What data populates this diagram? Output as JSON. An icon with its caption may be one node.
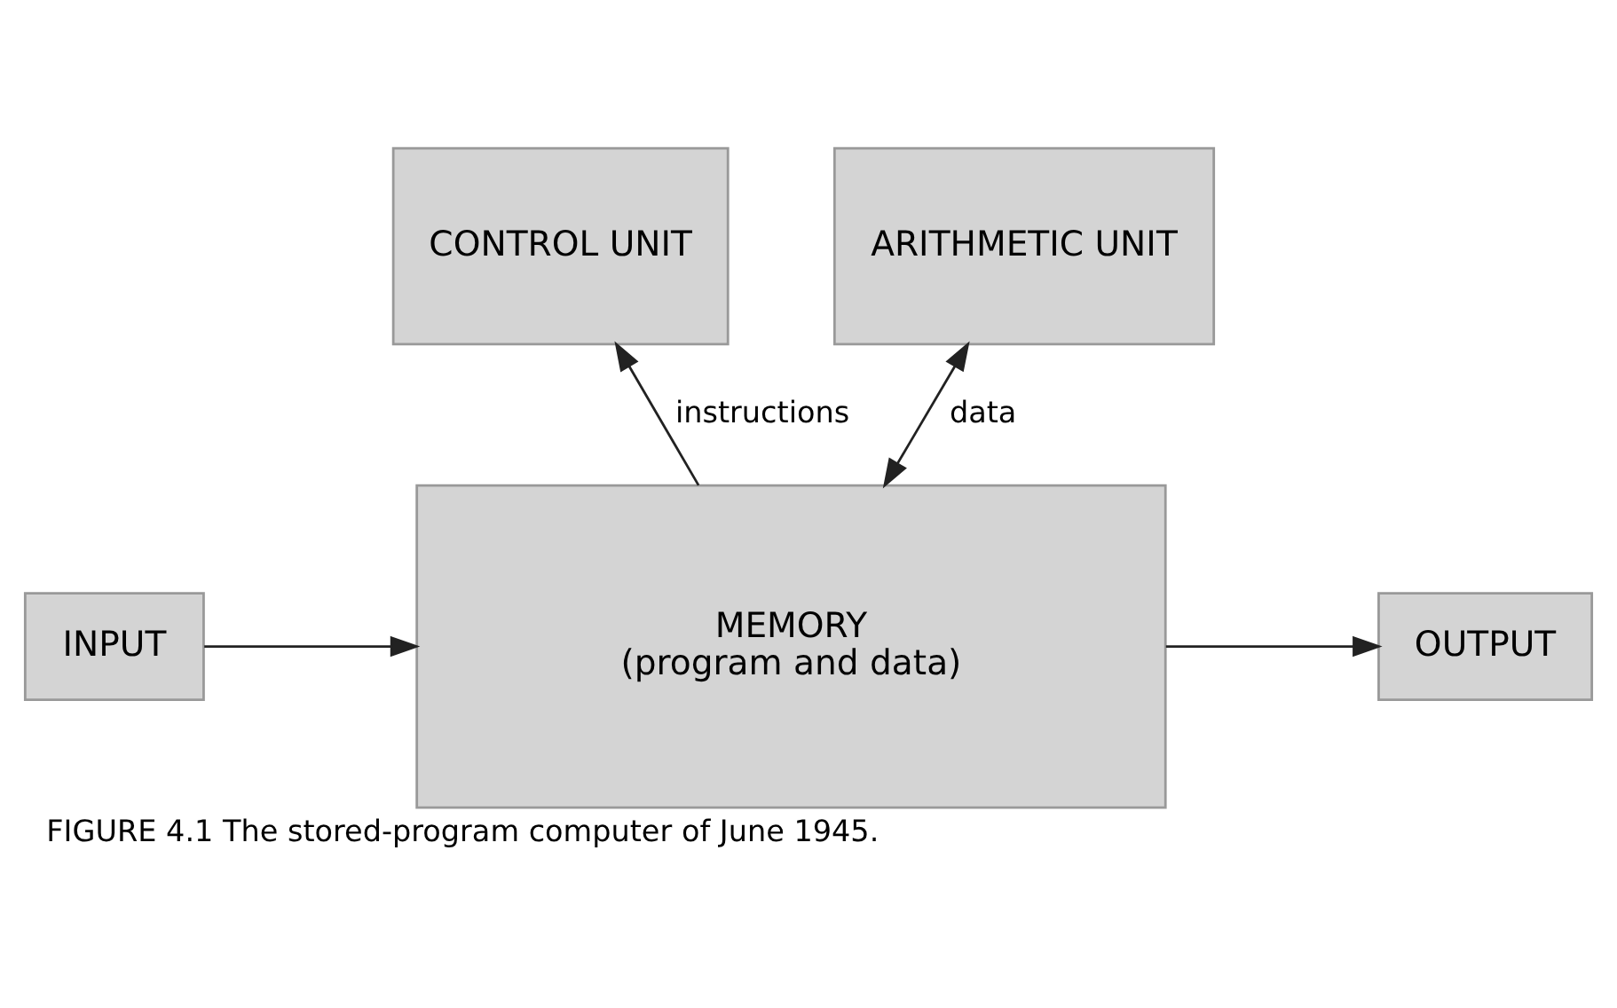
{
  "diagram": {
    "caption": "FIGURE 4.1 The stored-program computer of June 1945.",
    "nodes": [
      {
        "text": [
          "CONTROL UNIT"
        ]
      },
      {
        "text": [
          "ARITHMETIC UNIT"
        ]
      },
      {
        "text": [
          "INPUT"
        ]
      },
      {
        "text": [
          "MEMORY",
          "(program and data)"
        ]
      },
      {
        "text": [
          "OUTPUT"
        ]
      }
    ],
    "edges": [
      {
        "from": 3,
        "to": 0,
        "arrow": "to",
        "label": "instructions"
      },
      {
        "from": 1,
        "to": 3,
        "arrow": "both",
        "label": "data"
      },
      {
        "from": 2,
        "to": 3,
        "arrow": "to"
      },
      {
        "from": 3,
        "to": 4,
        "arrow": "to"
      }
    ]
  }
}
